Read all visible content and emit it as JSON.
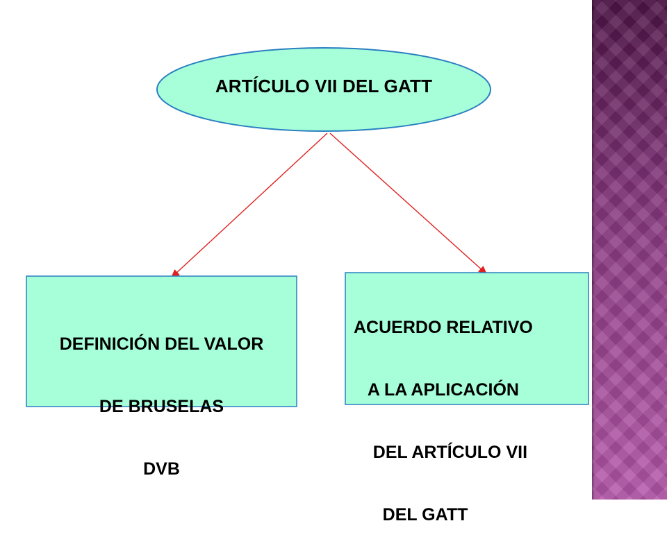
{
  "colors": {
    "node_fill": "#a6ffd9",
    "node_border": "#2a7fc1",
    "connector": "#e02020",
    "accent_band": "#7a2d73"
  },
  "root": {
    "label": "ARTÍCULO VII  DEL GATT"
  },
  "children": [
    {
      "lines": [
        "DEFINICIÓN DEL VALOR",
        "DE BRUSELAS",
        "DVB"
      ]
    },
    {
      "lines": [
        "ACUERDO RELATIVO",
        "   A LA APLICACIÓN",
        "    DEL ARTÍCULO VII",
        "      DEL GATT"
      ]
    }
  ]
}
